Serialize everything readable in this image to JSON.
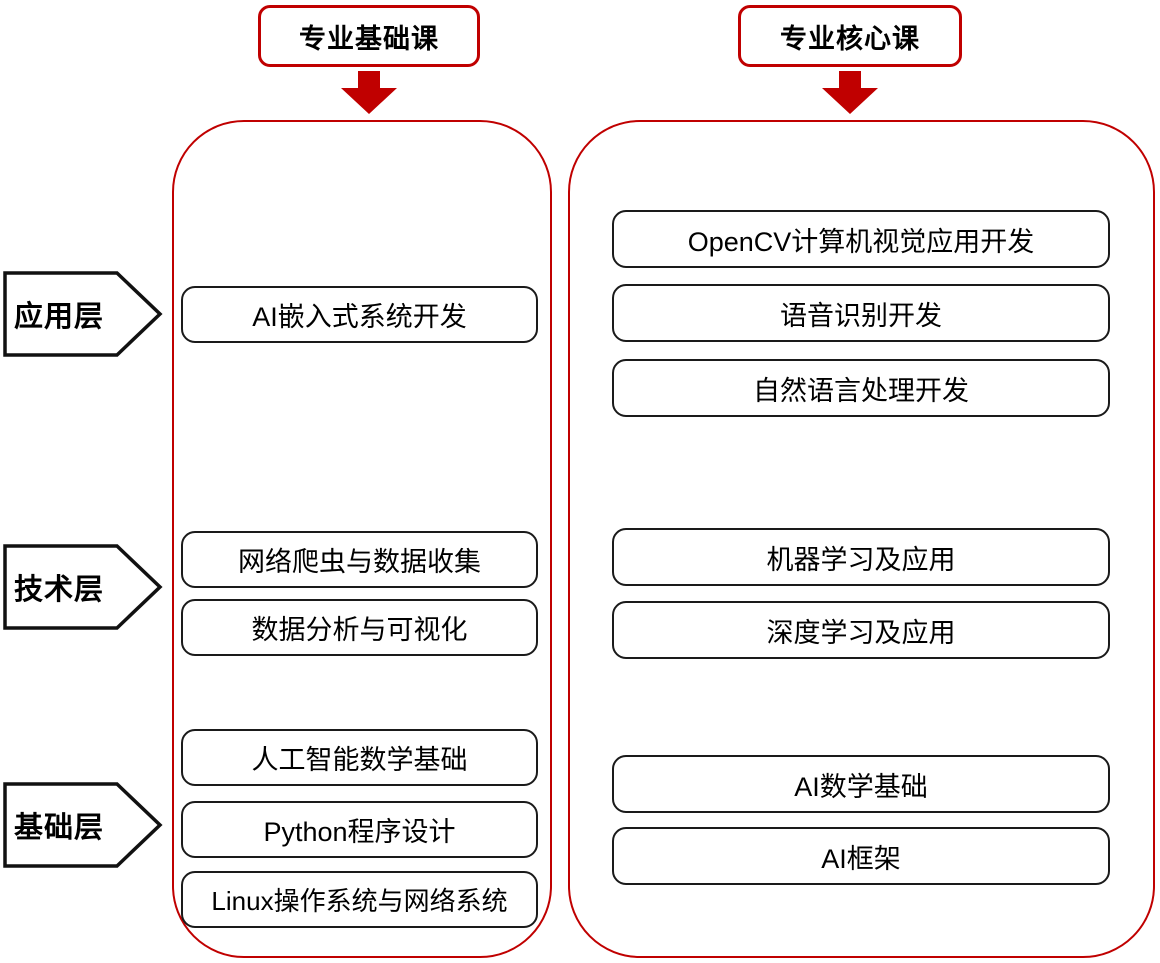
{
  "columns": {
    "basic": {
      "header": "专业基础课",
      "layers": {
        "application": [
          "AI嵌入式系统开发"
        ],
        "technology": [
          "网络爬虫与数据收集",
          "数据分析与可视化"
        ],
        "foundation": [
          "人工智能数学基础",
          "Python程序设计",
          "Linux操作系统与网络系统"
        ]
      }
    },
    "core": {
      "header": "专业核心课",
      "layers": {
        "application": [
          "OpenCV计算机视觉应用开发",
          "语音识别开发",
          "自然语言处理开发"
        ],
        "technology": [
          "机器学习及应用",
          "深度学习及应用"
        ],
        "foundation": [
          "AI数学基础",
          "AI框架"
        ]
      }
    }
  },
  "layer_labels": [
    "应用层",
    "技术层",
    "基础层"
  ],
  "colors": {
    "accent_red": "#c00000",
    "outline_black": "#1a1a1a"
  },
  "icons": {
    "down_arrow": "block-arrow-down",
    "layer_pointer": "pentagon-arrow-right"
  }
}
